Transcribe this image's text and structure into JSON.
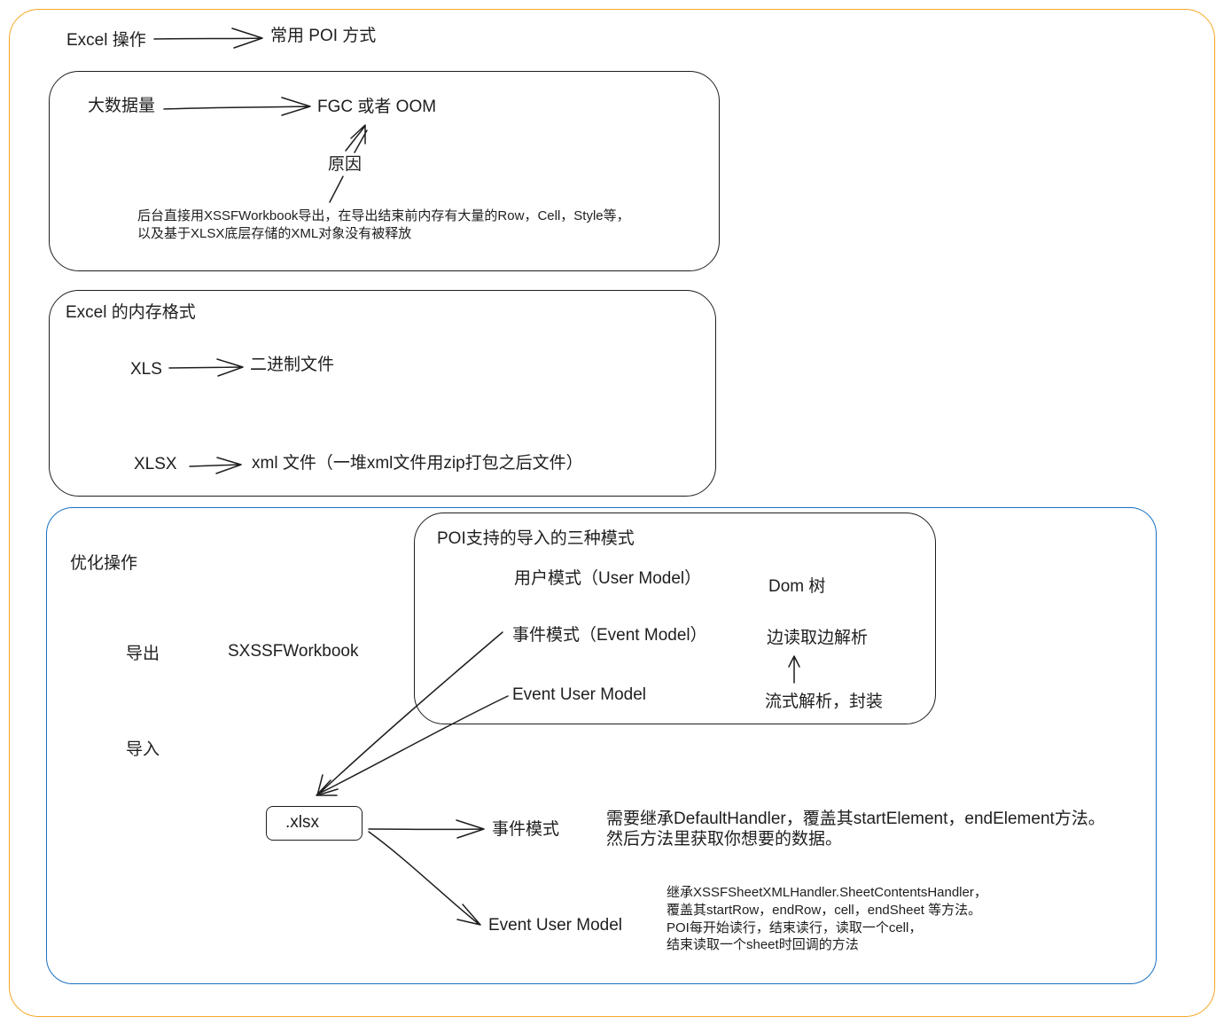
{
  "top": {
    "excel_ops": "Excel 操作",
    "common_poi": "常用 POI  方式"
  },
  "big_data": {
    "label": "大数据量",
    "result": "FGC 或者 OOM",
    "reason": "原因",
    "desc_line1": "后台直接用XSSFWorkbook导出，在导出结束前内存有大量的Row，Cell，Style等，",
    "desc_line2": "以及基于XLSX底层存储的XML对象没有被释放"
  },
  "memory_format": {
    "title": "Excel 的内存格式",
    "xls": "XLS",
    "xls_desc": "二进制文件",
    "xlsx": "XLSX",
    "xlsx_desc": "xml 文件（一堆xml文件用zip打包之后文件）"
  },
  "optimize": {
    "title": "优化操作",
    "export": "导出",
    "export_tool": "SXSSFWorkbook",
    "import": "导入",
    "xlsx_node": ".xlsx",
    "event_mode": "事件模式",
    "event_mode_desc_line1": "需要继承DefaultHandler，覆盖其startElement，endElement方法。",
    "event_mode_desc_line2": "然后方法里获取你想要的数据。",
    "event_user_model": "Event User Model",
    "eum_desc_line1": "继承XSSFSheetXMLHandler.SheetContentsHandler，",
    "eum_desc_line2": "覆盖其startRow，endRow，cell，endSheet 等方法。",
    "eum_desc_line3": "POI每开始读行，结束读行，读取一个cell，",
    "eum_desc_line4": "结束读取一个sheet时回调的方法"
  },
  "poi_modes": {
    "title": "POI支持的导入的三种模式",
    "user_model": "用户模式（User Model）",
    "dom_tree": "Dom 树",
    "event_model": "事件模式（Event Model）",
    "read_parse": "边读取边解析",
    "event_user_model": "Event User Model",
    "stream_parse": "流式解析，封装"
  }
}
